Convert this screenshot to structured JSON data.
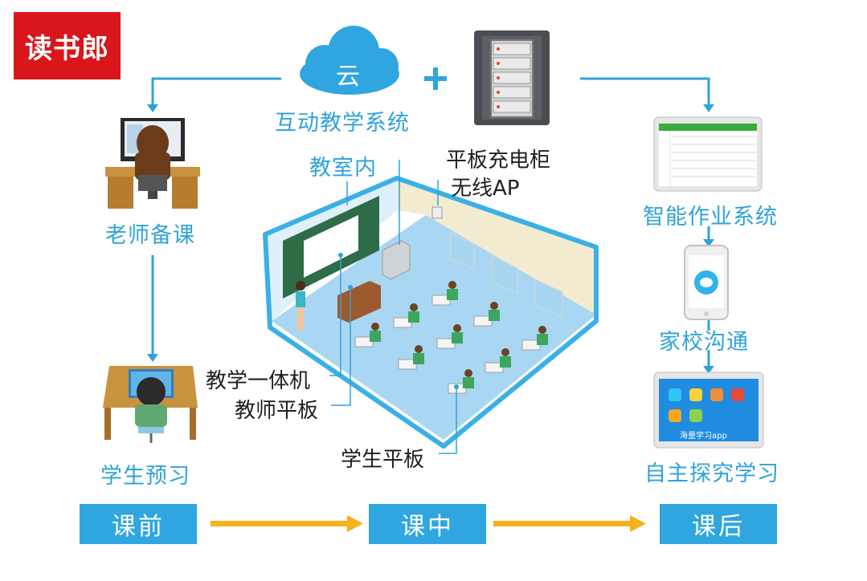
{
  "logo": {
    "text": "读书郎"
  },
  "cloud": {
    "label": "云",
    "plus": "+"
  },
  "system_title": "互动教学系统",
  "classroom_label": "教室内",
  "charging_cabinet": "平板充电柜",
  "wireless_ap": "无线AP",
  "teacher_prep": "老师备课",
  "student_preview": "学生预习",
  "smart_homework": "智能作业系统",
  "home_school": "家校沟通",
  "self_study": "自主探究学习",
  "whiteboard_label": "教学一体机",
  "teacher_tablet": "教师平板",
  "student_tablet": "学生平板",
  "app_name": "海量学习app",
  "phases": {
    "before": "课前",
    "during": "课中",
    "after": "课后"
  },
  "colors": {
    "accent": "#2fa3d8",
    "arrow": "#f5b21b",
    "logo": "#d8161b",
    "button": "#2fa6e0"
  }
}
